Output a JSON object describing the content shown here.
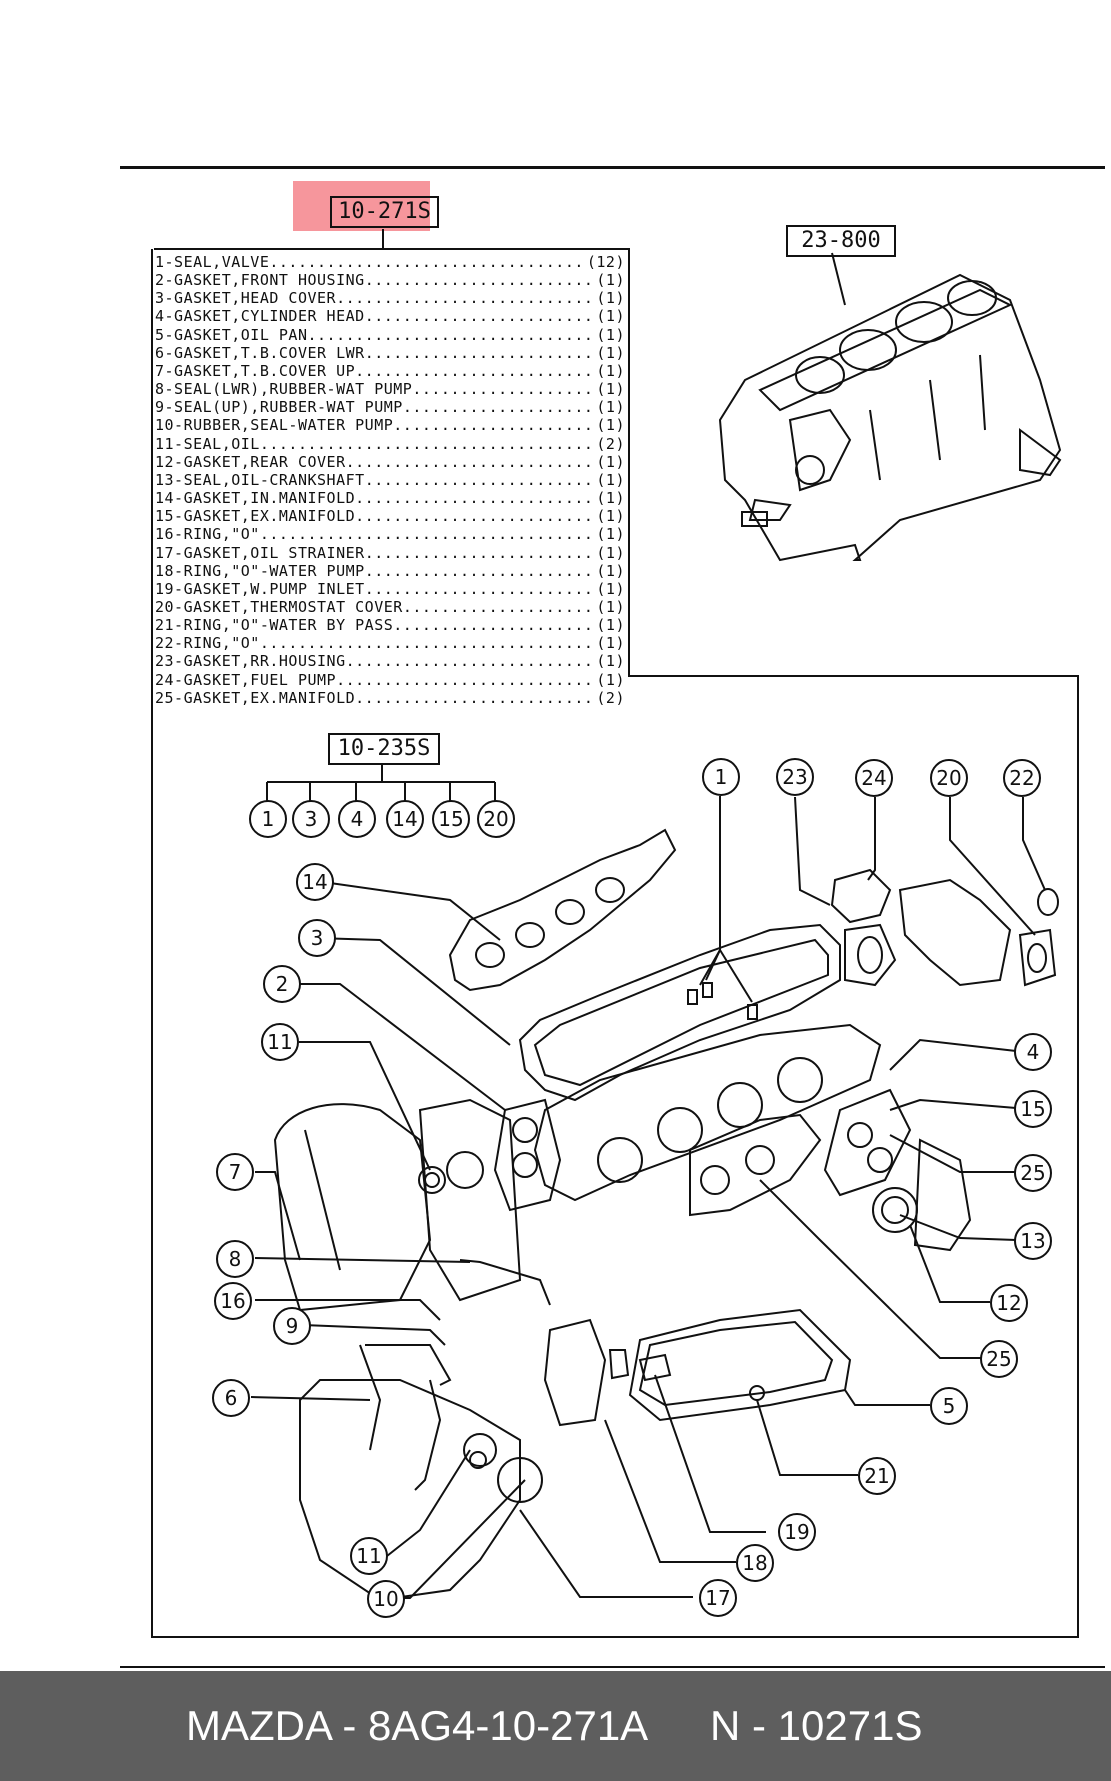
{
  "header": {
    "ref_code": "10-271S"
  },
  "block_ref": "23-800",
  "gasket_set_ref": "10-235S",
  "gasket_set_members": [
    "1",
    "3",
    "4",
    "14",
    "15",
    "20"
  ],
  "parts": [
    {
      "name": "1-SEAL,VALVE",
      "qty": "(12)"
    },
    {
      "name": "2-GASKET,FRONT HOUSING",
      "qty": "(1)"
    },
    {
      "name": "3-GASKET,HEAD COVER",
      "qty": "(1)"
    },
    {
      "name": "4-GASKET,CYLINDER HEAD",
      "qty": "(1)"
    },
    {
      "name": "5-GASKET,OIL PAN",
      "qty": "(1)"
    },
    {
      "name": "6-GASKET,T.B.COVER LWR",
      "qty": "(1)"
    },
    {
      "name": "7-GASKET,T.B.COVER UP",
      "qty": "(1)"
    },
    {
      "name": "8-SEAL(LWR),RUBBER-WAT PUMP",
      "qty": "(1)"
    },
    {
      "name": "9-SEAL(UP),RUBBER-WAT PUMP",
      "qty": "(1)"
    },
    {
      "name": "10-RUBBER,SEAL-WATER PUMP",
      "qty": "(1)"
    },
    {
      "name": "11-SEAL,OIL",
      "qty": "(2)"
    },
    {
      "name": "12-GASKET,REAR COVER",
      "qty": "(1)"
    },
    {
      "name": "13-SEAL,OIL-CRANKSHAFT",
      "qty": "(1)"
    },
    {
      "name": "14-GASKET,IN.MANIFOLD",
      "qty": "(1)"
    },
    {
      "name": "15-GASKET,EX.MANIFOLD",
      "qty": "(1)"
    },
    {
      "name": "16-RING,\"O\"",
      "qty": "(1)"
    },
    {
      "name": "17-GASKET,OIL STRAINER",
      "qty": "(1)"
    },
    {
      "name": "18-RING,\"O\"-WATER PUMP",
      "qty": "(1)"
    },
    {
      "name": "19-GASKET,W.PUMP INLET",
      "qty": "(1)"
    },
    {
      "name": "20-GASKET,THERMOSTAT COVER",
      "qty": "(1)"
    },
    {
      "name": "21-RING,\"O\"-WATER BY PASS",
      "qty": "(1)"
    },
    {
      "name": "22-RING,\"O\"",
      "qty": "(1)"
    },
    {
      "name": "23-GASKET,RR.HOUSING",
      "qty": "(1)"
    },
    {
      "name": "24-GASKET,FUEL PUMP",
      "qty": "(1)"
    },
    {
      "name": "25-GASKET,EX.MANIFOLD",
      "qty": "(2)"
    }
  ],
  "callouts": {
    "c1": "1",
    "c23": "23",
    "c24": "24",
    "c20": "20",
    "c22": "22",
    "c14": "14",
    "c3": "3",
    "c2": "2",
    "c11a": "11",
    "c7": "7",
    "c8": "8",
    "c16": "16",
    "c9": "9",
    "c6": "6",
    "c11b": "11",
    "c10": "10",
    "c4": "4",
    "c15": "15",
    "c25a": "25",
    "c13": "13",
    "c12": "12",
    "c25b": "25",
    "c5": "5",
    "c21": "21",
    "c19": "19",
    "c18": "18",
    "c17": "17"
  },
  "footer": {
    "part_number": "MAZDA - 8AG4-10-271A",
    "catalog_number": "N - 10271S"
  }
}
